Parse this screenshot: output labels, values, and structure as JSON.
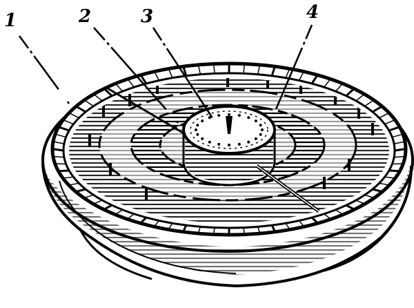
{
  "figure": {
    "ink_color": "#000000",
    "paper_color": "#ffffff",
    "callouts": [
      {
        "label": "1"
      },
      {
        "label": "2"
      },
      {
        "label": "3"
      },
      {
        "label": "4"
      }
    ]
  }
}
